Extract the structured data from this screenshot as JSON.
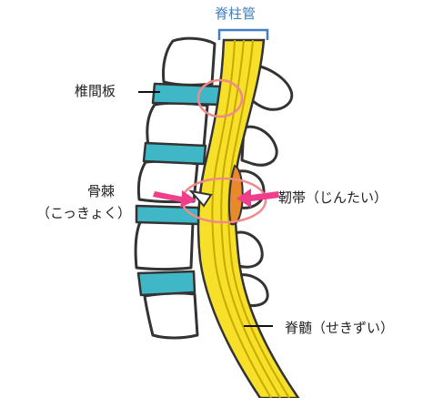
{
  "labels": {
    "spinal_canal": "脊柱管",
    "intervertebral_disc": "椎間板",
    "bone_spur": "骨棘",
    "bone_spur_reading": "（こっきょく）",
    "ligament": "靭帯（じんたい）",
    "spinal_cord": "脊髄（せきずい）"
  },
  "colors": {
    "disc": "#3fb7c6",
    "cord_outer": "#f7e02a",
    "cord_stroke": "#c9a900",
    "ligament": "#e88a2a",
    "highlight_circle": "#f08a8a",
    "arrow": "#ee3f8a",
    "bracket": "#3f7fc2",
    "bone_stroke": "#333333"
  }
}
